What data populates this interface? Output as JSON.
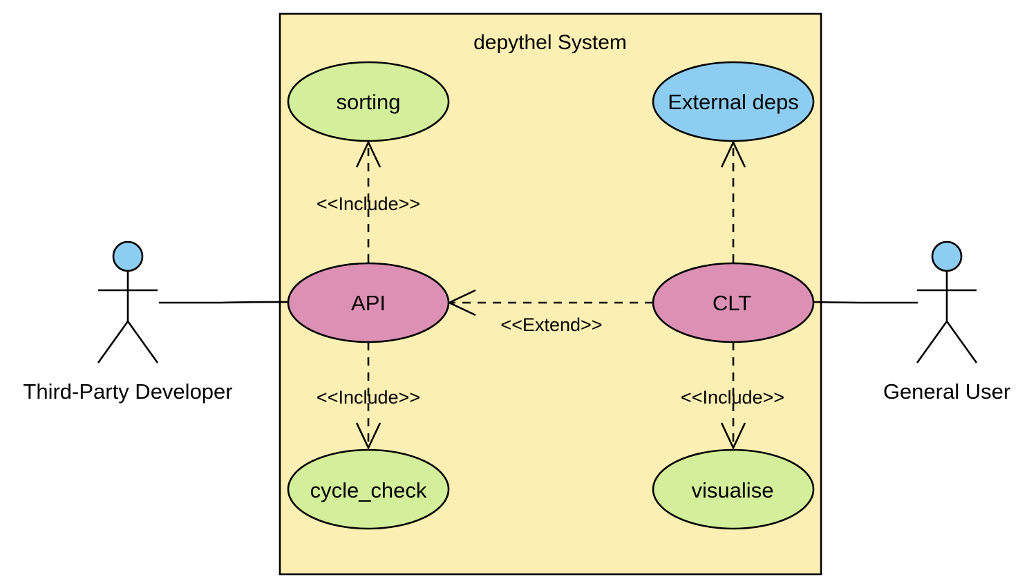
{
  "system": {
    "title": "depythel System"
  },
  "actors": {
    "left": {
      "label": "Third-Party Developer"
    },
    "right": {
      "label": "General User"
    }
  },
  "use_cases": {
    "sorting": {
      "label": "sorting"
    },
    "external_deps": {
      "label": "External deps"
    },
    "api": {
      "label": "API"
    },
    "clt": {
      "label": "CLT"
    },
    "cycle_check": {
      "label": "cycle_check"
    },
    "visualise": {
      "label": "visualise"
    }
  },
  "relations": {
    "api_sorting": "<<Include>>",
    "clt_api": "<<Extend>>",
    "api_cycle_check": "<<Include>>",
    "clt_visualise": "<<Include>>"
  },
  "colors": {
    "system_fill": "#fcefb4",
    "green_usecase": "#d4ef9b",
    "blue_usecase": "#8ecdf2",
    "pink_usecase": "#db90b4",
    "actor_head": "#8ecdf2"
  }
}
